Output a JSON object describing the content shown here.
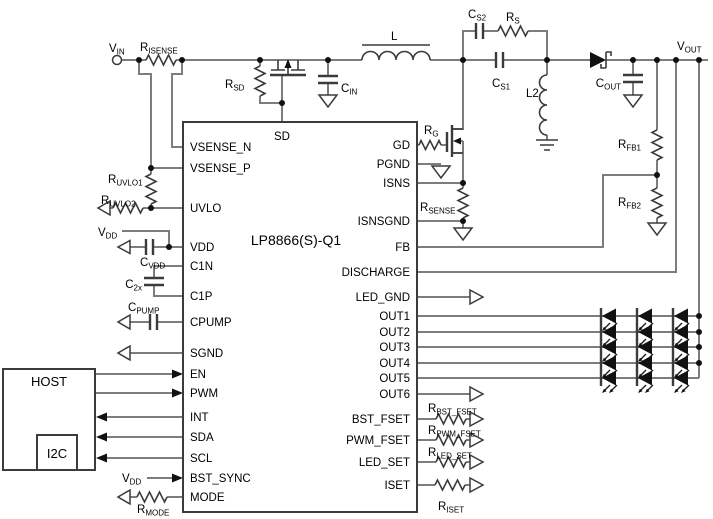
{
  "ic": {
    "name": "LP8866(S)-Q1",
    "top_pin": "SD",
    "left_pins": [
      "VSENSE_N",
      "VSENSE_P",
      "UVLO",
      "VDD",
      "C1N",
      "C1P",
      "CPUMP",
      "SGND",
      "EN",
      "PWM",
      "INT",
      "SDA",
      "SCL",
      "BST_SYNC",
      "MODE"
    ],
    "right_pins": [
      "GD",
      "PGND",
      "ISNS",
      "ISNSGND",
      "FB",
      "DISCHARGE",
      "LED_GND",
      "OUT1",
      "OUT2",
      "OUT3",
      "OUT4",
      "OUT5",
      "OUT6",
      "BST_FSET",
      "PWM_FSET",
      "LED_SET",
      "ISET"
    ]
  },
  "host": {
    "label": "HOST",
    "i2c": "I2C"
  },
  "labels": {
    "vin": {
      "base": "V",
      "sub": "IN"
    },
    "vout": {
      "base": "V",
      "sub": "OUT"
    },
    "vdd_uvlo": {
      "base": "V",
      "sub": "DD"
    },
    "vdd_bst": {
      "base": "V",
      "sub": "DD"
    },
    "risense": {
      "base": "R",
      "sub": "ISENSE"
    },
    "rsd": {
      "base": "R",
      "sub": "SD"
    },
    "cin": {
      "base": "C",
      "sub": "IN"
    },
    "l": {
      "base": "L",
      "sub": ""
    },
    "cs2": {
      "base": "C",
      "sub": "S2"
    },
    "rs": {
      "base": "R",
      "sub": "S"
    },
    "cs1": {
      "base": "C",
      "sub": "S1"
    },
    "l2": {
      "base": "L2",
      "sub": ""
    },
    "cout": {
      "base": "C",
      "sub": "OUT"
    },
    "rfb1": {
      "base": "R",
      "sub": "FB1"
    },
    "rfb2": {
      "base": "R",
      "sub": "FB2"
    },
    "rg": {
      "base": "R",
      "sub": "G"
    },
    "rsense": {
      "base": "R",
      "sub": "SENSE"
    },
    "ruvlo1": {
      "base": "R",
      "sub": "UVLO1"
    },
    "ruvlo2": {
      "base": "R",
      "sub": "UVLO2"
    },
    "cvdd": {
      "base": "C",
      "sub": "VDD"
    },
    "c2x": {
      "base": "C",
      "sub": "2x"
    },
    "cpump": {
      "base": "C",
      "sub": "PUMP"
    },
    "rmode": {
      "base": "R",
      "sub": "MODE"
    },
    "rbst_fset": {
      "base": "R",
      "sub": "BST_FSET"
    },
    "rpwm_fset": {
      "base": "R",
      "sub": "PWM_FSET"
    },
    "rled_set": {
      "base": "R",
      "sub": "LED_SET"
    },
    "riset": {
      "base": "R",
      "sub": "ISET"
    }
  },
  "led_matrix": {
    "strings": 5,
    "leds_per_string": 3
  }
}
